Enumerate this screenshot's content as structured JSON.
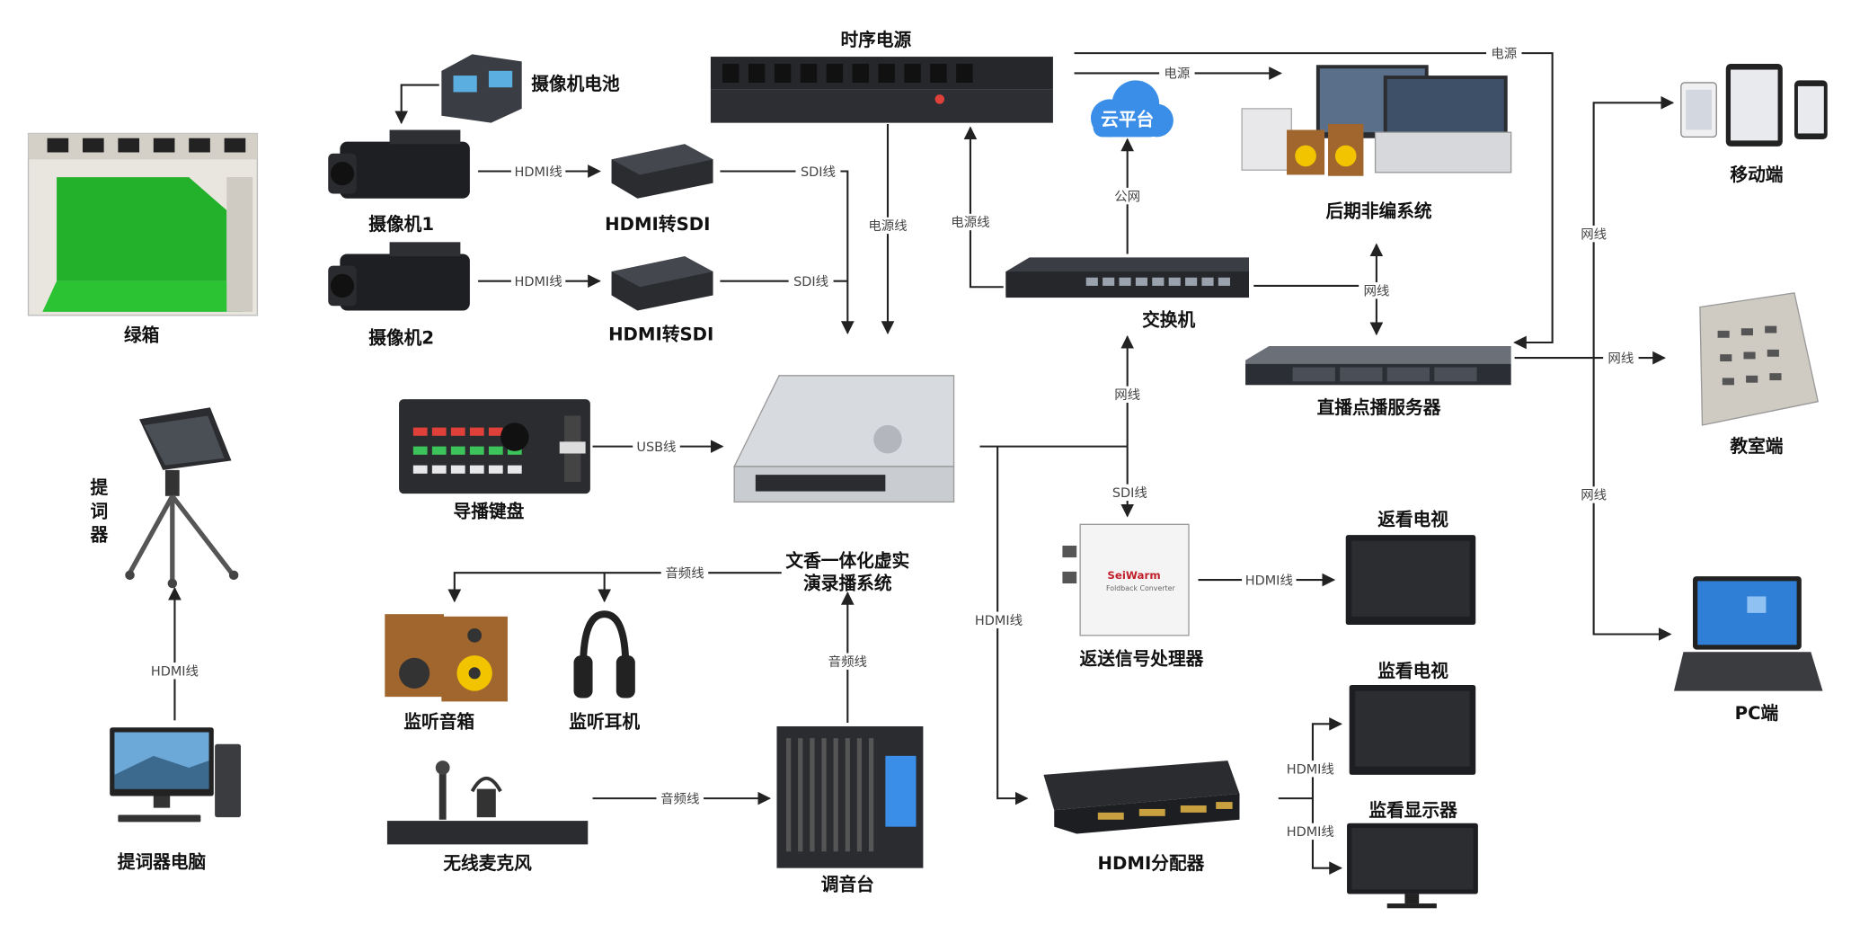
{
  "nodes": {
    "green_box": "绿箱",
    "teleprompter": "提词器",
    "teleprompter_pc": "提词器电脑",
    "camera_battery": "摄像机电池",
    "camera1": "摄像机1",
    "camera2": "摄像机2",
    "converter1": "HDMI转SDI",
    "converter2": "HDMI转SDI",
    "sequencer": "时序电源",
    "cloud": "云平台",
    "post_edit": "后期非编系统",
    "mobile": "移动端",
    "switch": "交换机",
    "streaming_server": "直播点播服务器",
    "classroom": "教室端",
    "pc": "PC端",
    "director_keyboard": "导播键盘",
    "system_line1": "文香一体化虚实",
    "system_line2": "演录播系统",
    "monitor_speakers": "监听音箱",
    "monitor_headphones": "监听耳机",
    "return_processor": "返送信号处理器",
    "return_tv": "返看电视",
    "monitor_tv": "监看电视",
    "monitor_display": "监看显示器",
    "hdmi_splitter": "HDMI分配器",
    "wireless_mic": "无线麦克风",
    "mixer": "调音台"
  },
  "edges": {
    "hdmi1": "HDMI线",
    "hdmi2": "HDMI线",
    "sdi1": "SDI线",
    "sdi2": "SDI线",
    "power_down": "电源线",
    "power_up": "电源线",
    "power_right": "电源",
    "power_right2": "电源",
    "public_net": "公网",
    "net_switch_post": "网线",
    "net_main_switch": "网线",
    "net_mobile": "网线",
    "net_classroom": "网线",
    "net_pc": "网线",
    "usb": "USB线",
    "sdi_return": "SDI线",
    "hdmi_return_tv": "HDMI线",
    "hdmi_main_splitter": "HDMI线",
    "hdmi_split_tv": "HDMI线",
    "hdmi_split_display": "HDMI线",
    "audio_out": "音频线",
    "audio_mixer_up": "音频线",
    "audio_mic": "音频线",
    "hdmi_teleprompter": "HDMI线"
  },
  "devices": {
    "converter_brand": "SeiWarm",
    "converter_model": "Foldback Converter"
  },
  "colors": {
    "green_screen": "#22b02a",
    "wire": "#222222",
    "device_dark": "#2a2c30",
    "device_silver": "#c9ccd0",
    "speaker_wood": "#a0662e",
    "speaker_cone": "#f2c400",
    "screen_blue": "#2f7fd6",
    "led_red": "#e0403a",
    "led_green": "#3cc45a",
    "led_blue": "#3a8ee8"
  }
}
